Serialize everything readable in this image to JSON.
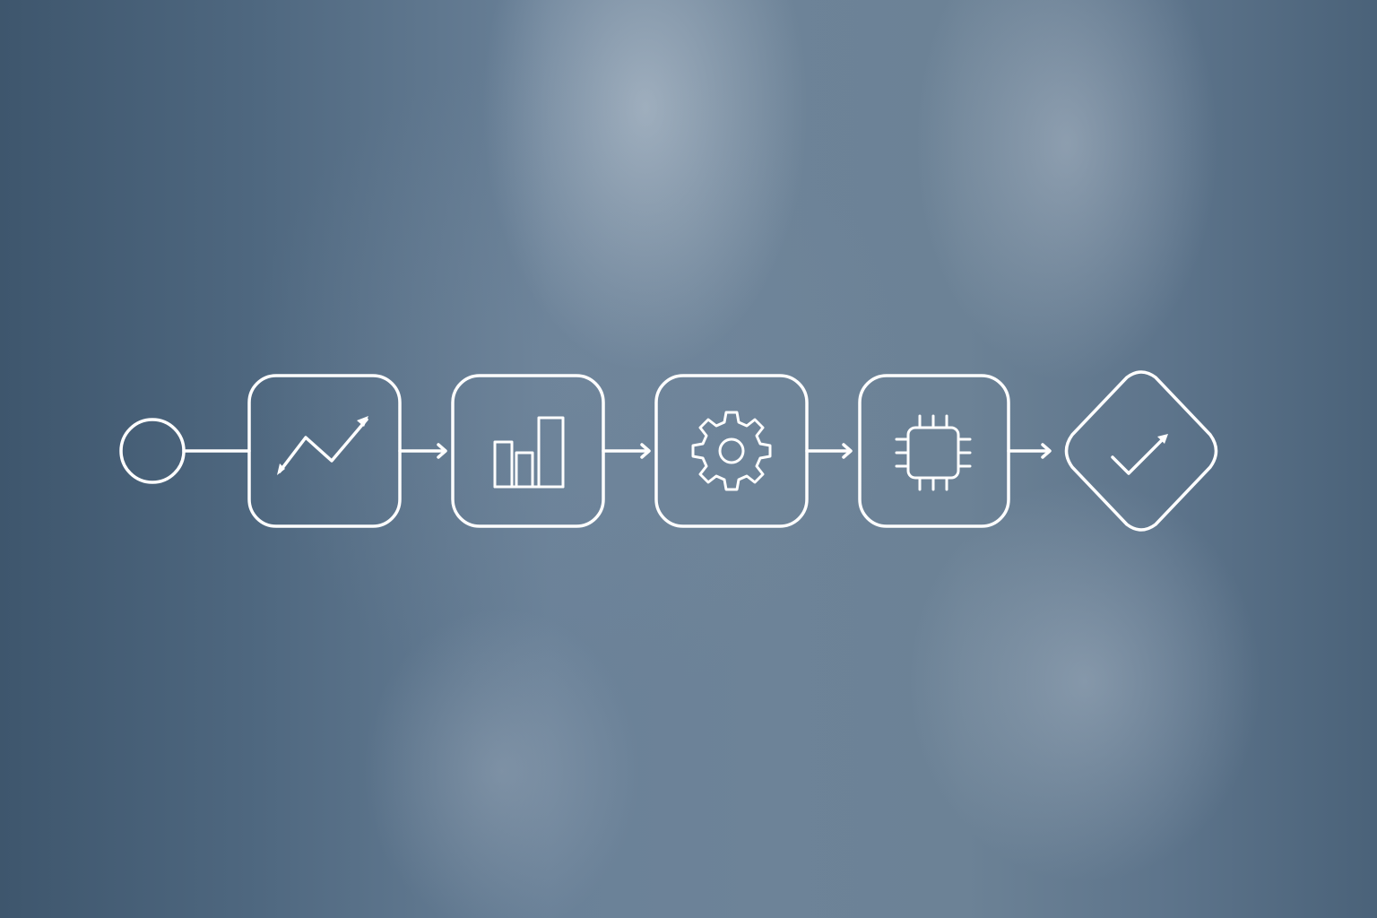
{
  "diagram": {
    "type": "process-flow",
    "nodes": [
      {
        "id": "start",
        "shape": "circle",
        "icon": null
      },
      {
        "id": "step-1",
        "shape": "rounded-square",
        "icon": "trend-line-icon"
      },
      {
        "id": "step-2",
        "shape": "rounded-square",
        "icon": "bar-chart-icon"
      },
      {
        "id": "step-3",
        "shape": "rounded-square",
        "icon": "gear-icon"
      },
      {
        "id": "step-4",
        "shape": "rounded-square",
        "icon": "cpu-chip-icon"
      },
      {
        "id": "end",
        "shape": "diamond",
        "icon": "checkmark-icon"
      }
    ],
    "connectors": [
      {
        "from": "start",
        "to": "step-1",
        "arrow": false
      },
      {
        "from": "step-1",
        "to": "step-2",
        "arrow": true
      },
      {
        "from": "step-2",
        "to": "step-3",
        "arrow": true
      },
      {
        "from": "step-3",
        "to": "step-4",
        "arrow": true
      },
      {
        "from": "step-4",
        "to": "end",
        "arrow": true
      }
    ],
    "colors": {
      "stroke": "#ffffff",
      "background_dark": "#3e566d",
      "background_light": "#9aaab9"
    }
  }
}
